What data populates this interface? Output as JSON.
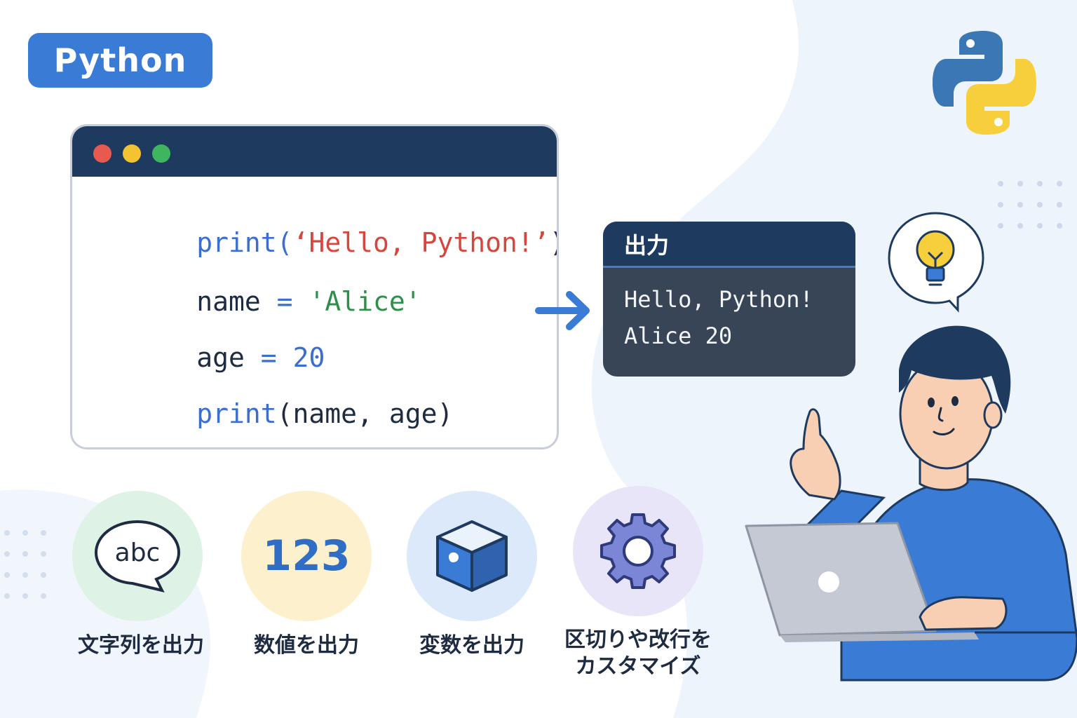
{
  "header": {
    "badge_label": "Python"
  },
  "code_window": {
    "lines": [
      {
        "segments": [
          {
            "text": "print(",
            "kind": "kw"
          },
          {
            "text": "‘Hello, Python!’",
            "kind": "str-r"
          },
          {
            "text": ")",
            "kind": "plain"
          }
        ]
      },
      {
        "segments": [
          {
            "text": "name",
            "kind": "plain"
          },
          {
            "text": " = ",
            "kind": "kw"
          },
          {
            "text": "'Alice'",
            "kind": "str-g"
          }
        ]
      },
      {
        "segments": [
          {
            "text": "age",
            "kind": "plain"
          },
          {
            "text": " = ",
            "kind": "kw"
          },
          {
            "text": "20",
            "kind": "num"
          }
        ]
      },
      {
        "segments": [
          {
            "text": "print",
            "kind": "kw"
          },
          {
            "text": "(name, age)",
            "kind": "plain"
          }
        ]
      }
    ],
    "dot_colors": [
      "#e85a4f",
      "#f4c430",
      "#3fb560"
    ]
  },
  "output": {
    "title": "出力",
    "lines": [
      "Hello, Python!",
      "Alice 20"
    ]
  },
  "features": [
    {
      "label": "文字列を出力",
      "icon": "speech-bubble-abc-icon",
      "icon_text": "abc",
      "bg": "#dff2e6"
    },
    {
      "label": "数値を出力",
      "icon": "numbers-icon",
      "icon_text": "123",
      "bg": "#fdf0cc"
    },
    {
      "label": "変数を出力",
      "icon": "box-icon",
      "bg": "#dce9fb"
    },
    {
      "label": "区切りや改行を\nカスタマイズ",
      "icon": "gear-icon",
      "bg": "#e8e5f8"
    }
  ],
  "colors": {
    "accent": "#3a7bd5",
    "navy": "#1e3a5f",
    "python_blue": "#3b77b5",
    "python_yellow": "#f7cf3d"
  }
}
